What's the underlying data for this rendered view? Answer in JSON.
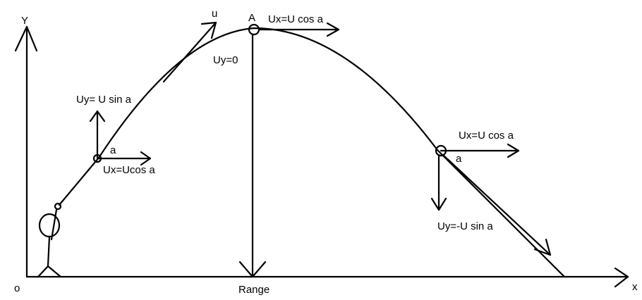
{
  "axes": {
    "y_label": "Y",
    "x_label": "x",
    "origin_label": "o",
    "range_label": "Range"
  },
  "top_point": {
    "label": "A",
    "ux": "Ux=U cos a",
    "uy": "Uy=0"
  },
  "velocity_label": "u",
  "left_point": {
    "uy": "Uy= U sin a",
    "ux": "Ux=Ucos a",
    "angle": "a"
  },
  "right_point": {
    "ux": "Ux=U cos a",
    "uy": "Uy=-U sin a",
    "angle": "a"
  }
}
